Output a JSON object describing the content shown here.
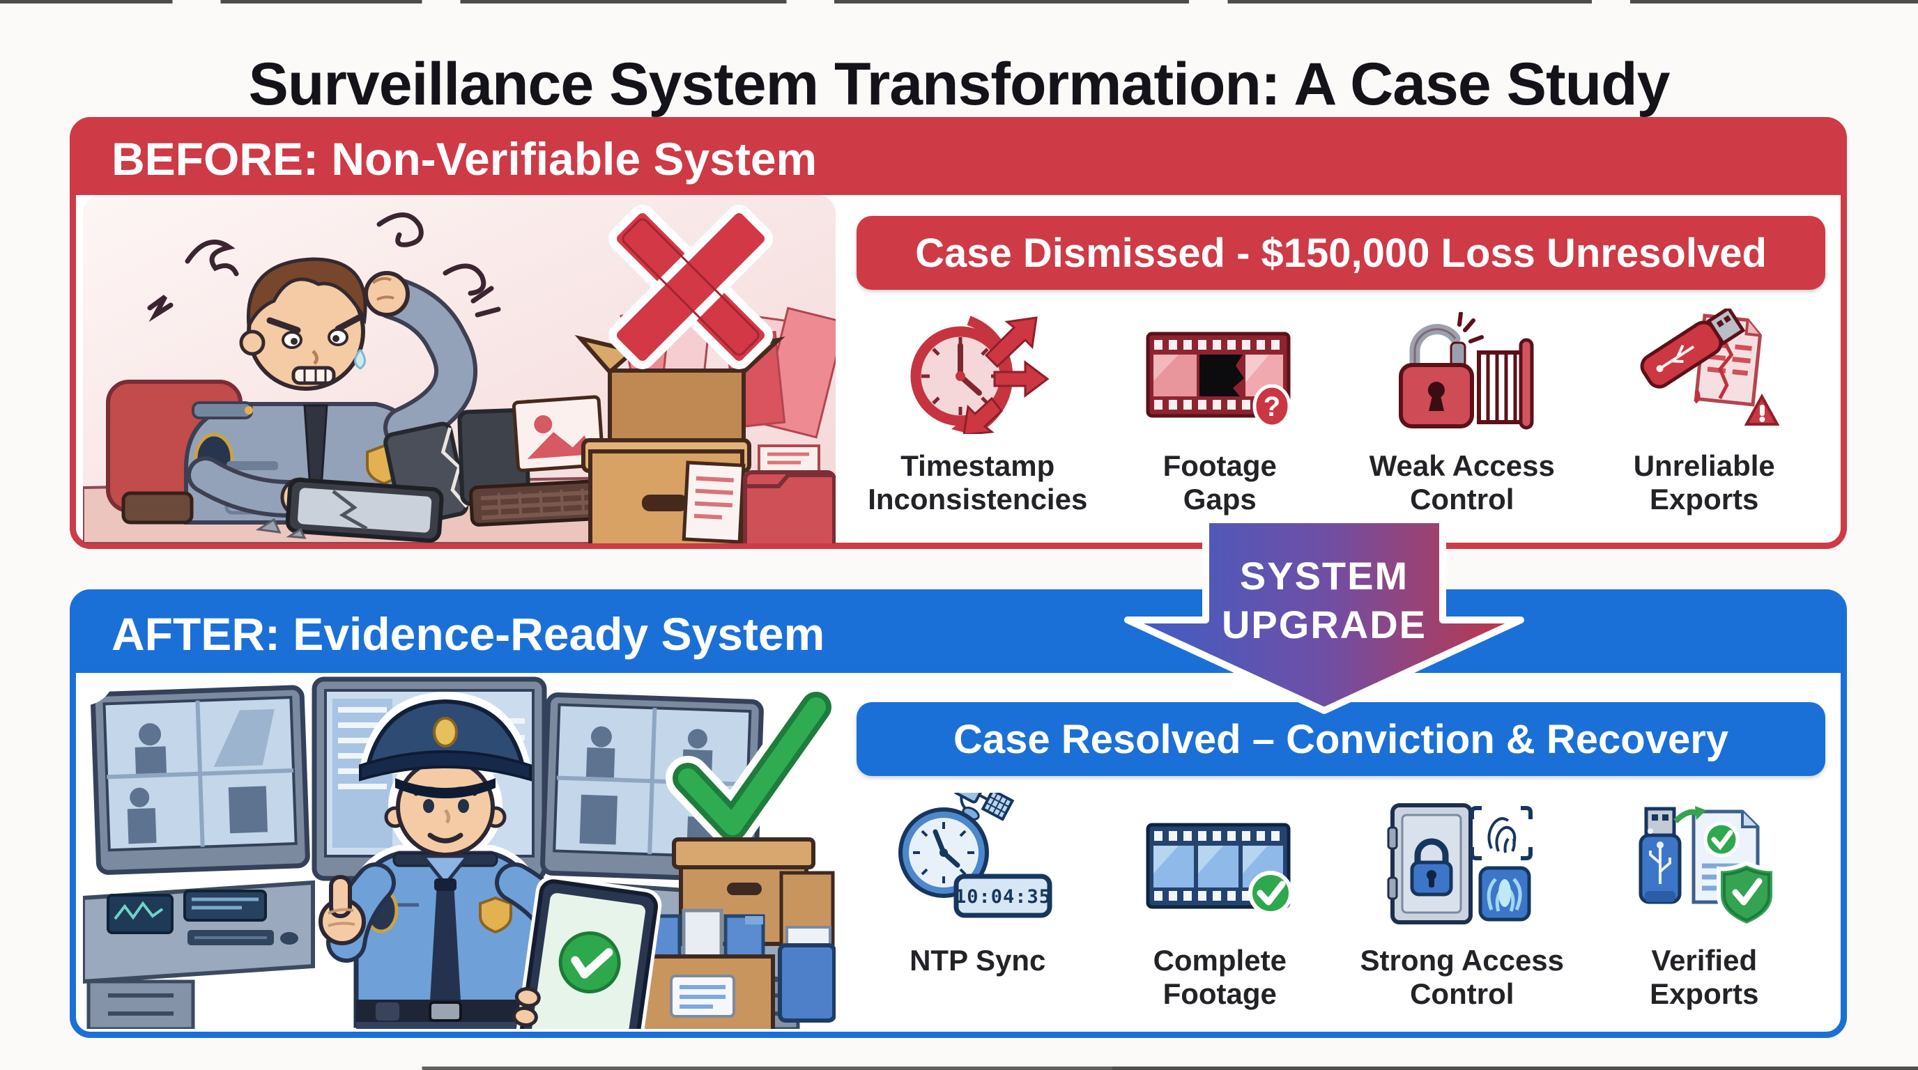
{
  "title": "Surveillance System Transformation: A Case Study",
  "colors": {
    "page-bg": "#FBFAF8",
    "red": "#CE3A45",
    "red-dark": "#9E2230",
    "blue": "#1B70D7",
    "blue-dark": "#123C74",
    "green": "#2FAC52",
    "green-dark": "#1E7C3C",
    "label-ink": "#232227",
    "arrow-blue": "#3C5FC6",
    "arrow-purple": "#6F4FA6",
    "arrow-red": "#C23645"
  },
  "before": {
    "header": "BEFORE: Non-Verifiable System",
    "banner": "Case Dismissed - $150,000 Loss Unresolved",
    "illustration": "Frustrated security officer at a desk with a broken tablet and disorganized evidence boxes marked by a large red X",
    "items": [
      {
        "icon": "timestamp-clock-arrows-icon",
        "label": "Timestamp\nInconsistencies"
      },
      {
        "icon": "film-strip-gap-question-icon",
        "label": "Footage\nGaps"
      },
      {
        "icon": "broken-padlock-gate-icon",
        "label": "Weak Access\nControl"
      },
      {
        "icon": "usb-torn-document-warning-icon",
        "label": "Unreliable\nExports"
      }
    ]
  },
  "upgrade_arrow": {
    "line1": "SYSTEM",
    "line2": "UPGRADE"
  },
  "after": {
    "header": "AFTER: Evidence-Ready System",
    "banner": "Case Resolved – Conviction & Recovery",
    "illustration": "Confident police officer giving a thumbs up and holding a tablet with a green check, in front of surveillance monitors and organized archive boxes under a large green checkmark",
    "clock_display": "10:04:35",
    "items": [
      {
        "icon": "ntp-clock-satellite-icon",
        "label": "NTP Sync"
      },
      {
        "icon": "film-strip-complete-check-icon",
        "label": "Complete\nFootage"
      },
      {
        "icon": "vault-fingerprint-icon",
        "label": "Strong Access\nControl"
      },
      {
        "icon": "usb-verified-document-shield-icon",
        "label": "Verified\nExports"
      }
    ]
  }
}
